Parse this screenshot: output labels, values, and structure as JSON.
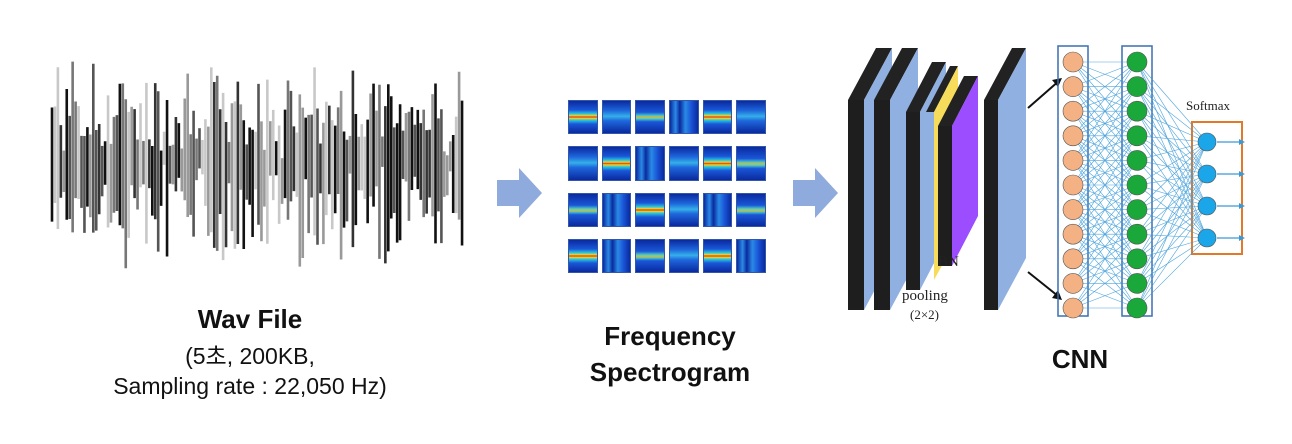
{
  "wav": {
    "title": "Wav File",
    "line1": "(5초, 200KB,",
    "line2": "Sampling rate : 22,050 Hz)"
  },
  "spectrogram": {
    "title_line1": "Frequency",
    "title_line2": "Spectrogram"
  },
  "cnn": {
    "title": "CNN",
    "bn_label": "BN",
    "pooling_label": "pooling",
    "pooling_sub": "(2×2)",
    "softmax_label": "Softmax"
  },
  "colors": {
    "arrow": "#8faadc",
    "layer_blue": "#8fb0e0",
    "layer_dark": "#1e1e1e",
    "yellow": "#f6dc5a",
    "purple": "#9b4dff",
    "peach": "#f4b183",
    "green": "#1aa83a",
    "cyan": "#1aa6e8",
    "softmax_box": "#e07a2a"
  }
}
